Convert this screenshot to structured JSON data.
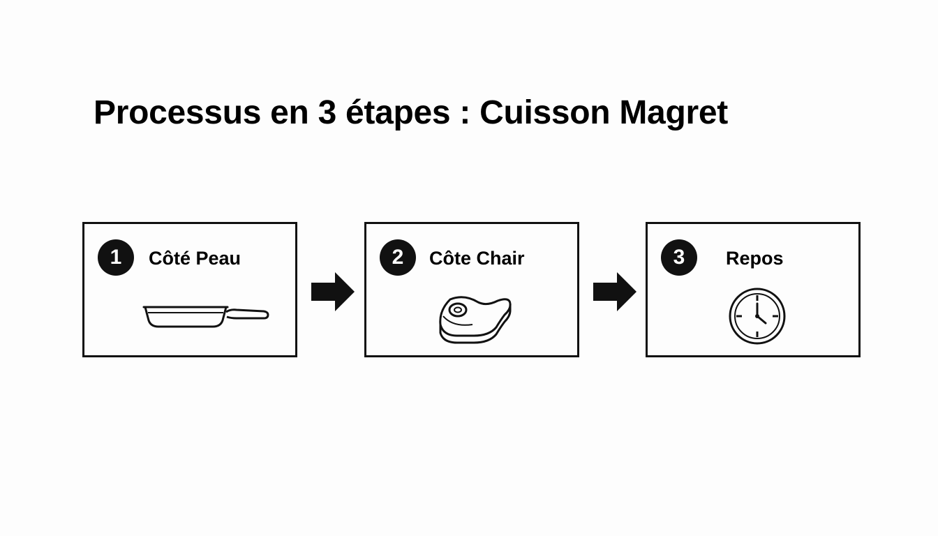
{
  "title": "Processus en 3 étapes : Cuisson Magret",
  "steps": [
    {
      "number": "1",
      "label": "Côté Peau",
      "icon": "frying-pan-icon"
    },
    {
      "number": "2",
      "label": "Côte Chair",
      "icon": "meat-steak-icon"
    },
    {
      "number": "3",
      "label": "Repos",
      "icon": "clock-icon"
    }
  ],
  "connector_icon": "right-arrow-icon",
  "colors": {
    "background": "#fdfdfd",
    "ink": "#111111"
  }
}
